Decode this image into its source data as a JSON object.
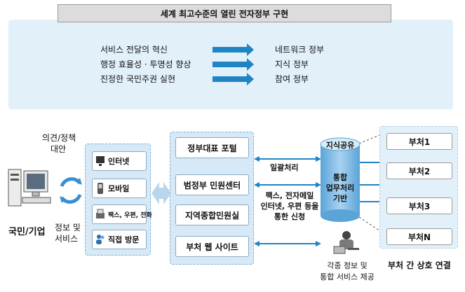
{
  "title": "세계 최고수준의 열린 전자정부 구현",
  "goals": [
    {
      "from": "서비스 전달의 혁신",
      "to": "네트워크 정부"
    },
    {
      "from": "행정 효율성 · 투명성 향상",
      "to": "지식 정부"
    },
    {
      "from": "진정한 국민주권 실현",
      "to": "참여 정부"
    }
  ],
  "citizen": {
    "label": "국민/기업",
    "opinion": [
      "의견/정책",
      "대안"
    ],
    "info": [
      "정보 및",
      "서비스"
    ]
  },
  "channels": [
    "인터넷",
    "모바일",
    "팩스, 우편, 전화",
    "직접 방문"
  ],
  "portals": [
    "정부대표 포털",
    "범정부 민원센터",
    "지역종합민원실",
    "부처 웹 사이트"
  ],
  "flows": {
    "batch": "일괄처리",
    "apply": [
      "팩스, 전자메일",
      "인터넷, 우편 등을",
      "통한 신청"
    ]
  },
  "hub": {
    "top": "지식공유",
    "body": [
      "통합",
      "업무처리",
      "기반"
    ]
  },
  "services_caption": [
    "각종 정보 및",
    "통합 서비스 제공"
  ],
  "departments": [
    "부처1",
    "부처2",
    "부처3",
    "부처N"
  ],
  "departments_caption": "부처 간 상호 연결",
  "colors": {
    "accent": "#1f84c4",
    "panel": "#e2f0fa",
    "title_bg": "#dcdcdc"
  }
}
